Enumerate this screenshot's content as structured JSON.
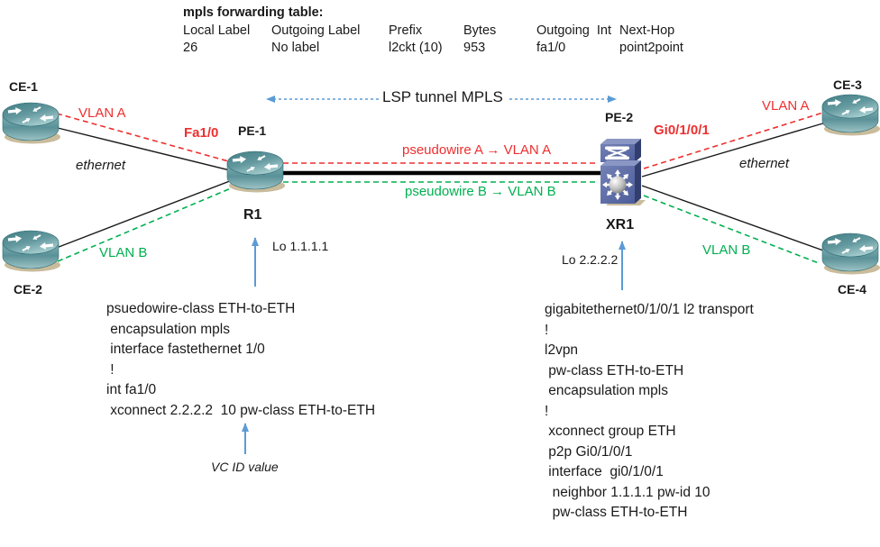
{
  "table": {
    "title": "mpls forwarding table:",
    "headers": [
      "Local Label",
      "Outgoing Label",
      "Prefix",
      "Bytes",
      "Outgoing  Int",
      "Next-Hop"
    ],
    "row": [
      "26",
      "No label",
      "l2ckt (10)",
      "953",
      "fa1/0",
      "point2point"
    ]
  },
  "tunnel": {
    "label": "LSP tunnel MPLS"
  },
  "devices": {
    "ce1": "CE-1",
    "ce2": "CE-2",
    "ce3": "CE-3",
    "ce4": "CE-4",
    "pe1": "PE-1",
    "r1": "R1",
    "pe2": "PE-2",
    "xr1": "XR1"
  },
  "interfaces": {
    "pe1_access": "Fa1/0",
    "pe2_access": "Gi0/1/0/1"
  },
  "vlans": {
    "a_left": "VLAN A",
    "b_left": "VLAN B",
    "a_right": "VLAN A",
    "b_right": "VLAN B"
  },
  "media": {
    "left": "ethernet",
    "right": "ethernet"
  },
  "pseudowires": {
    "a": "pseudowire A → VLAN A",
    "b": "pseudowire B → VLAN B"
  },
  "loopbacks": {
    "pe1": "Lo 1.1.1.1",
    "pe2": "Lo 2.2.2.2"
  },
  "annotations": {
    "vc_id": "VC ID value"
  },
  "configs": {
    "pe1": {
      "lines": [
        "psuedowire-class ETH-to-ETH",
        " encapsulation mpls",
        " interface fastethernet 1/0",
        " !",
        "int fa1/0",
        " xconnect 2.2.2.2  10 pw-class ETH-to-ETH"
      ]
    },
    "pe2": {
      "lines": [
        "gigabitethernet0/1/0/1 l2 transport",
        "!",
        "l2vpn",
        " pw-class ETH-to-ETH",
        " encapsulation mpls",
        "!",
        " xconnect group ETH",
        " p2p Gi0/1/0/1",
        " interface  gi0/1/0/1",
        "  neighbor 1.1.1.1 pw-id 10",
        "  pw-class ETH-to-ETH"
      ]
    }
  },
  "icons": {
    "ce_type": "cisco-router-icon",
    "pe2_type": "cisco-xr-router-icon"
  },
  "colors": {
    "vlan_a": "#ee2f2f",
    "vlan_b": "#00b050",
    "accent_blue": "#5b9bd5",
    "core_link": "#000000"
  }
}
